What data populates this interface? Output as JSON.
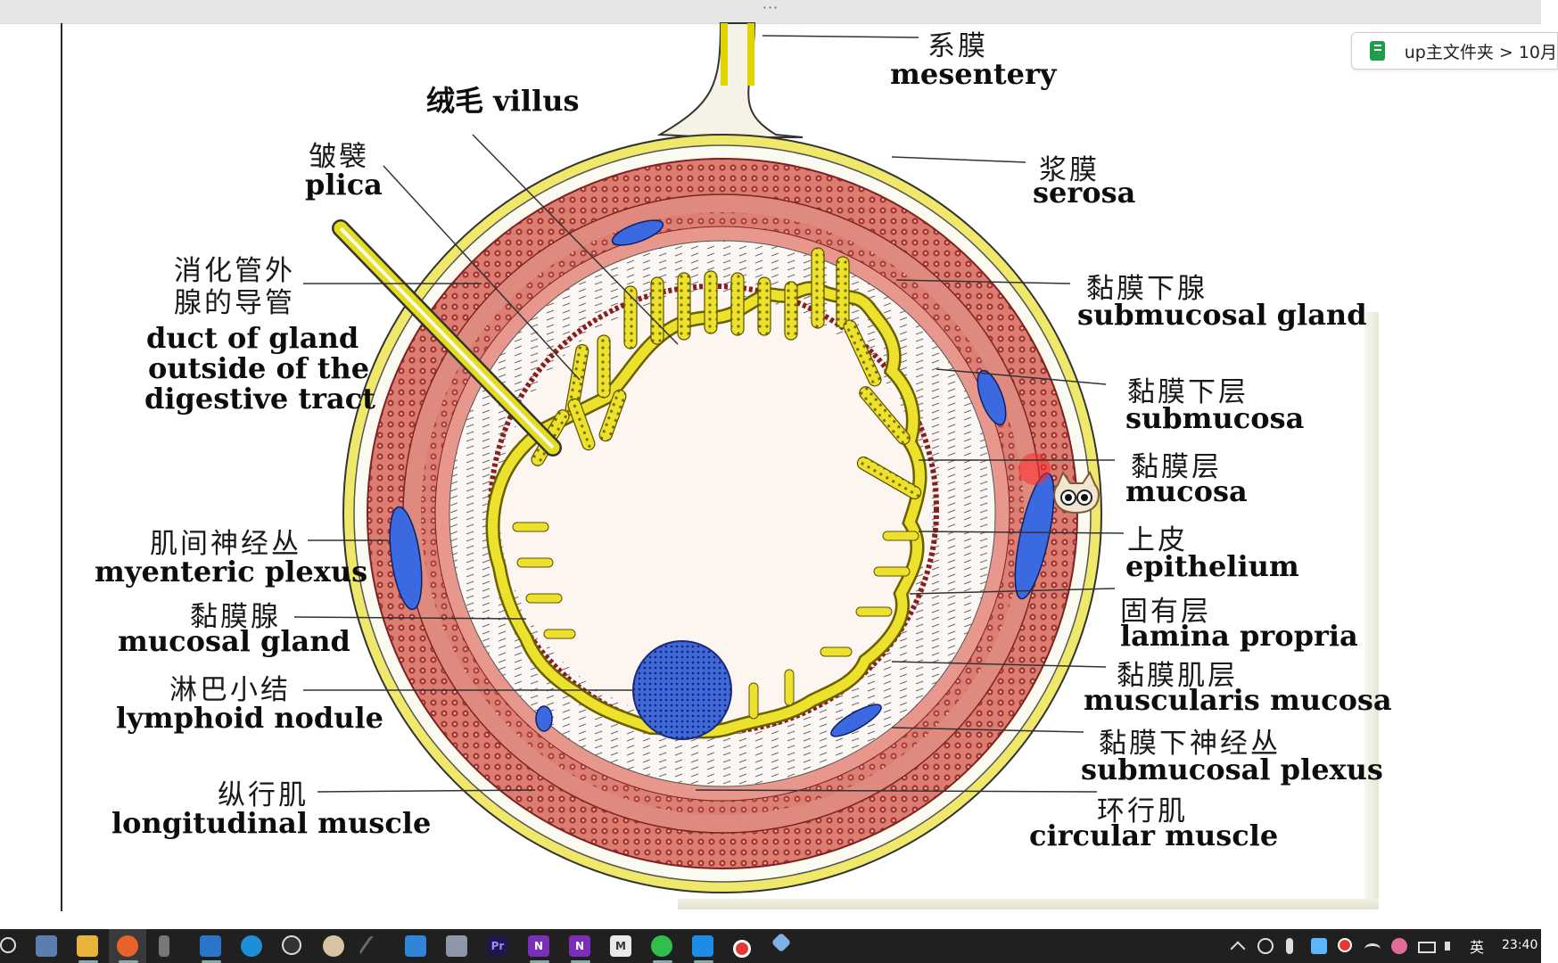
{
  "window": {
    "menu_dots": "···"
  },
  "breadcrumb": {
    "text": "up主文件夹 > 10月"
  },
  "figure": {
    "labels": {
      "mesentery_zh": "系膜",
      "mesentery_en": "mesentery",
      "villus": "绒毛 villus",
      "plica_zh": "皱襞",
      "plica_en": "plica",
      "serosa_zh": "浆膜",
      "serosa_en": "serosa",
      "duct_zh_1": "消化管外",
      "duct_zh_2": "腺的导管",
      "duct_en_1": "duct of gland",
      "duct_en_2": "outside of the",
      "duct_en_3": "digestive tract",
      "submucosal_gland_zh": "黏膜下腺",
      "submucosal_gland_en": "submucosal gland",
      "submucosa_zh": "黏膜下层",
      "submucosa_en": "submucosa",
      "mucosa_zh": "黏膜层",
      "mucosa_en": "mucosa",
      "epithelium_zh": "上皮",
      "epithelium_en": "epithelium",
      "myenteric_zh": "肌间神经丛",
      "myenteric_en": "myenteric plexus",
      "mucosal_gland_zh": "黏膜腺",
      "mucosal_gland_en": "mucosal gland",
      "lamina_zh": "固有层",
      "lamina_en": "lamina propria",
      "lymphoid_zh": "淋巴小结",
      "lymphoid_en": "lymphoid nodule",
      "muscularis_zh": "黏膜肌层",
      "muscularis_en": "muscularis mucosa",
      "submucosal_plexus_zh": "黏膜下神经丛",
      "submucosal_plexus_en": "submucosal plexus",
      "longitudinal_zh": "纵行肌",
      "longitudinal_en": "longitudinal muscle",
      "circular_zh": "环行肌",
      "circular_en": "circular muscle"
    }
  },
  "taskbar": {
    "apps": [
      "search-icon",
      "files-icon",
      "explorer-icon",
      "firefox-icon",
      "usb-icon",
      "m-app-icon",
      "edge-icon",
      "obs-icon",
      "paint-icon",
      "pen-icon",
      "photos-icon",
      "scanner-icon",
      "premiere-icon",
      "onenote-icon",
      "onenote2-icon",
      "markdown-icon",
      "wechat-icon",
      "remote-icon",
      "record-icon",
      "paper-icon"
    ],
    "premiere_label": "Pr",
    "onenote_label": "N",
    "onenote2_label": "N",
    "markdown_label": "M",
    "ime": "英",
    "time": "23:40"
  },
  "colors": {
    "muscle": "#d9776d",
    "muscle_dark": "#9b2a2a",
    "epithelium": "#e0d400",
    "plexus_blue": "#2f5fd0",
    "serosa_band": "#e9e34b",
    "taskbar_bg": "#202020"
  }
}
